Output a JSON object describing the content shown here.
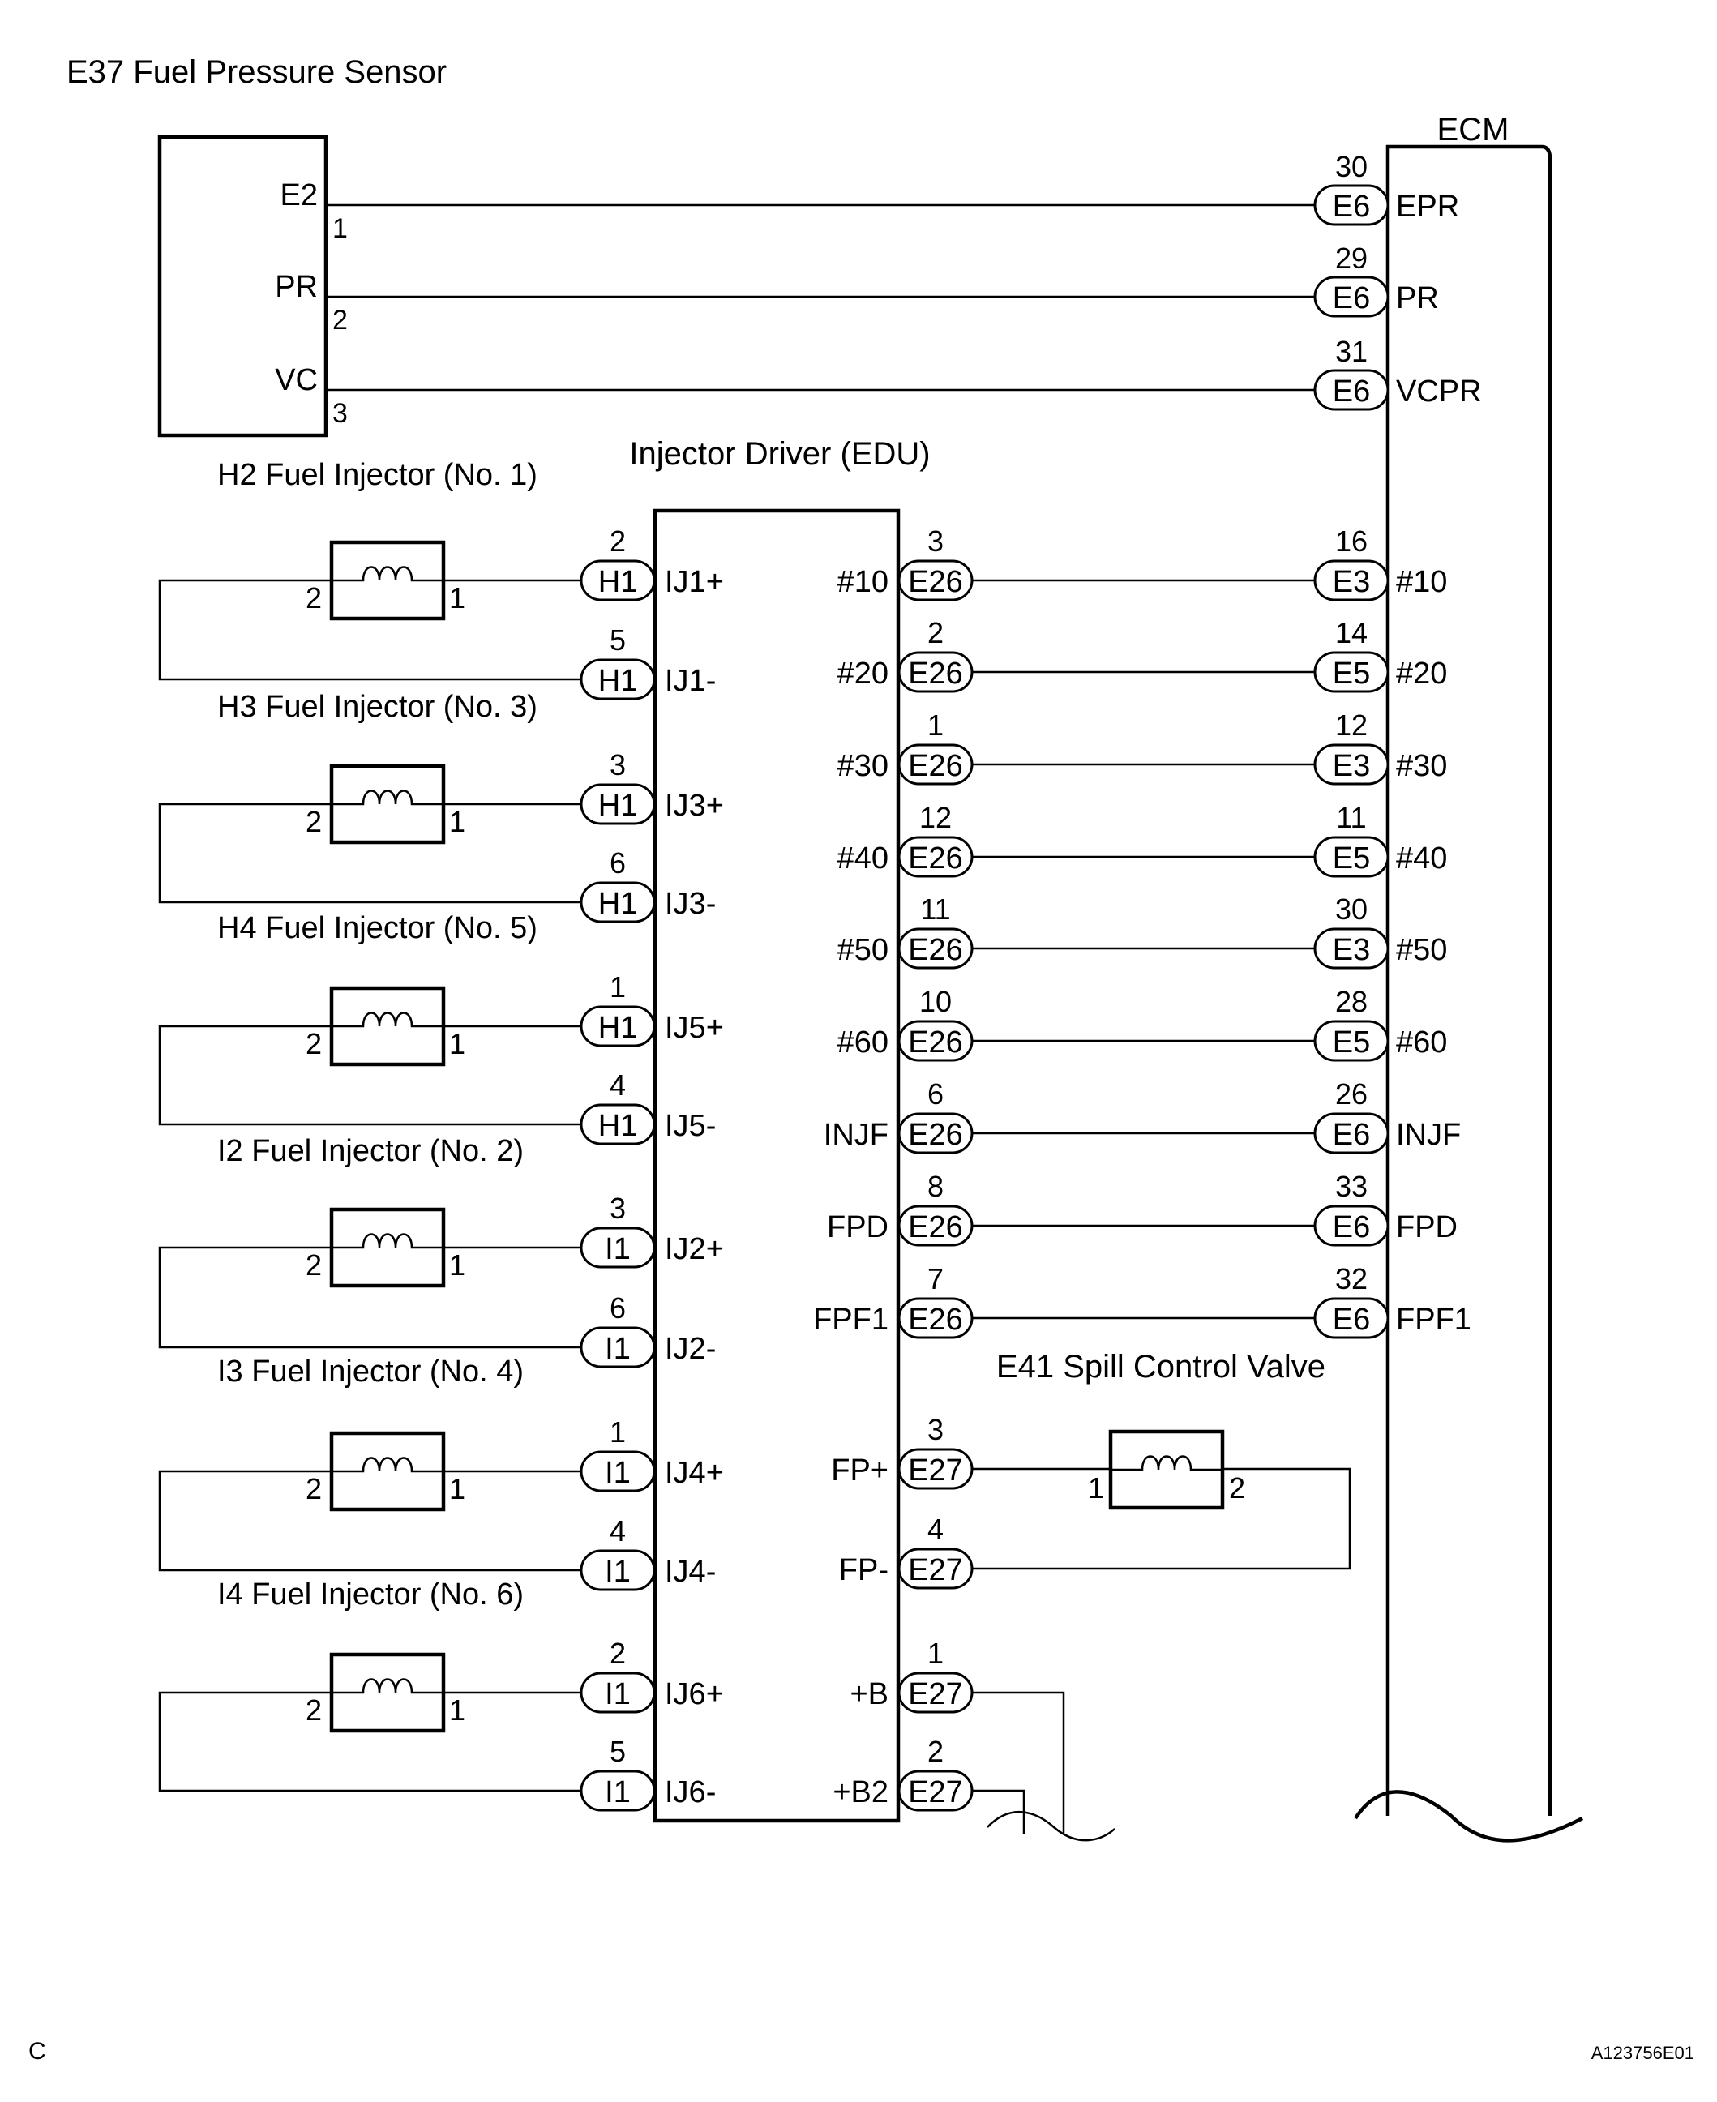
{
  "colors": {
    "ink": "#000000",
    "background": "#ffffff"
  },
  "icons": {
    "coil": "coil-icon",
    "break": "wavy-break-icon"
  },
  "footer": {
    "left": "C",
    "right": "A123756E01"
  },
  "sensor": {
    "title": "E37 Fuel Pressure Sensor",
    "pins": [
      {
        "label": "E2",
        "pin": "1"
      },
      {
        "label": "PR",
        "pin": "2"
      },
      {
        "label": "VC",
        "pin": "3"
      }
    ]
  },
  "ecm": {
    "title": "ECM",
    "sensor_conns": [
      {
        "num": "30",
        "conn": "E6",
        "term": "EPR"
      },
      {
        "num": "29",
        "conn": "E6",
        "term": "PR"
      },
      {
        "num": "31",
        "conn": "E6",
        "term": "VCPR"
      }
    ]
  },
  "edu": {
    "title": "Injector Driver (EDU)",
    "left": [
      {
        "num": "2",
        "conn": "H1",
        "term": "IJ1+"
      },
      {
        "num": "5",
        "conn": "H1",
        "term": "IJ1-"
      },
      {
        "num": "3",
        "conn": "H1",
        "term": "IJ3+"
      },
      {
        "num": "6",
        "conn": "H1",
        "term": "IJ3-"
      },
      {
        "num": "1",
        "conn": "H1",
        "term": "IJ5+"
      },
      {
        "num": "4",
        "conn": "H1",
        "term": "IJ5-"
      },
      {
        "num": "3",
        "conn": "I1",
        "term": "IJ2+"
      },
      {
        "num": "6",
        "conn": "I1",
        "term": "IJ2-"
      },
      {
        "num": "1",
        "conn": "I1",
        "term": "IJ4+"
      },
      {
        "num": "4",
        "conn": "I1",
        "term": "IJ4-"
      },
      {
        "num": "2",
        "conn": "I1",
        "term": "IJ6+"
      },
      {
        "num": "5",
        "conn": "I1",
        "term": "IJ6-"
      }
    ],
    "right": [
      {
        "term": "#10",
        "num": "3",
        "conn": "E26",
        "ecm_num": "16",
        "ecm_conn": "E3",
        "ecm_term": "#10"
      },
      {
        "term": "#20",
        "num": "2",
        "conn": "E26",
        "ecm_num": "14",
        "ecm_conn": "E5",
        "ecm_term": "#20"
      },
      {
        "term": "#30",
        "num": "1",
        "conn": "E26",
        "ecm_num": "12",
        "ecm_conn": "E3",
        "ecm_term": "#30"
      },
      {
        "term": "#40",
        "num": "12",
        "conn": "E26",
        "ecm_num": "11",
        "ecm_conn": "E5",
        "ecm_term": "#40"
      },
      {
        "term": "#50",
        "num": "11",
        "conn": "E26",
        "ecm_num": "30",
        "ecm_conn": "E3",
        "ecm_term": "#50"
      },
      {
        "term": "#60",
        "num": "10",
        "conn": "E26",
        "ecm_num": "28",
        "ecm_conn": "E5",
        "ecm_term": "#60"
      },
      {
        "term": "INJF",
        "num": "6",
        "conn": "E26",
        "ecm_num": "26",
        "ecm_conn": "E6",
        "ecm_term": "INJF"
      },
      {
        "term": "FPD",
        "num": "8",
        "conn": "E26",
        "ecm_num": "33",
        "ecm_conn": "E6",
        "ecm_term": "FPD"
      },
      {
        "term": "FPF1",
        "num": "7",
        "conn": "E26",
        "ecm_num": "32",
        "ecm_conn": "E6",
        "ecm_term": "FPF1"
      }
    ],
    "lower": [
      {
        "term": "FP+",
        "num": "3",
        "conn": "E27"
      },
      {
        "term": "FP-",
        "num": "4",
        "conn": "E27"
      },
      {
        "term": "+B",
        "num": "1",
        "conn": "E27"
      },
      {
        "term": "+B2",
        "num": "2",
        "conn": "E27"
      }
    ]
  },
  "injectors": [
    {
      "title": "H2 Fuel Injector (No. 1)",
      "pin_left": "2",
      "pin_right": "1"
    },
    {
      "title": "H3 Fuel Injector (No. 3)",
      "pin_left": "2",
      "pin_right": "1"
    },
    {
      "title": "H4 Fuel Injector (No. 5)",
      "pin_left": "2",
      "pin_right": "1"
    },
    {
      "title": "I2 Fuel Injector (No. 2)",
      "pin_left": "2",
      "pin_right": "1"
    },
    {
      "title": "I3 Fuel Injector (No. 4)",
      "pin_left": "2",
      "pin_right": "1"
    },
    {
      "title": "I4 Fuel Injector (No. 6)",
      "pin_left": "2",
      "pin_right": "1"
    }
  ],
  "spill_valve": {
    "title": "E41 Spill Control Valve",
    "pin_left": "1",
    "pin_right": "2"
  }
}
